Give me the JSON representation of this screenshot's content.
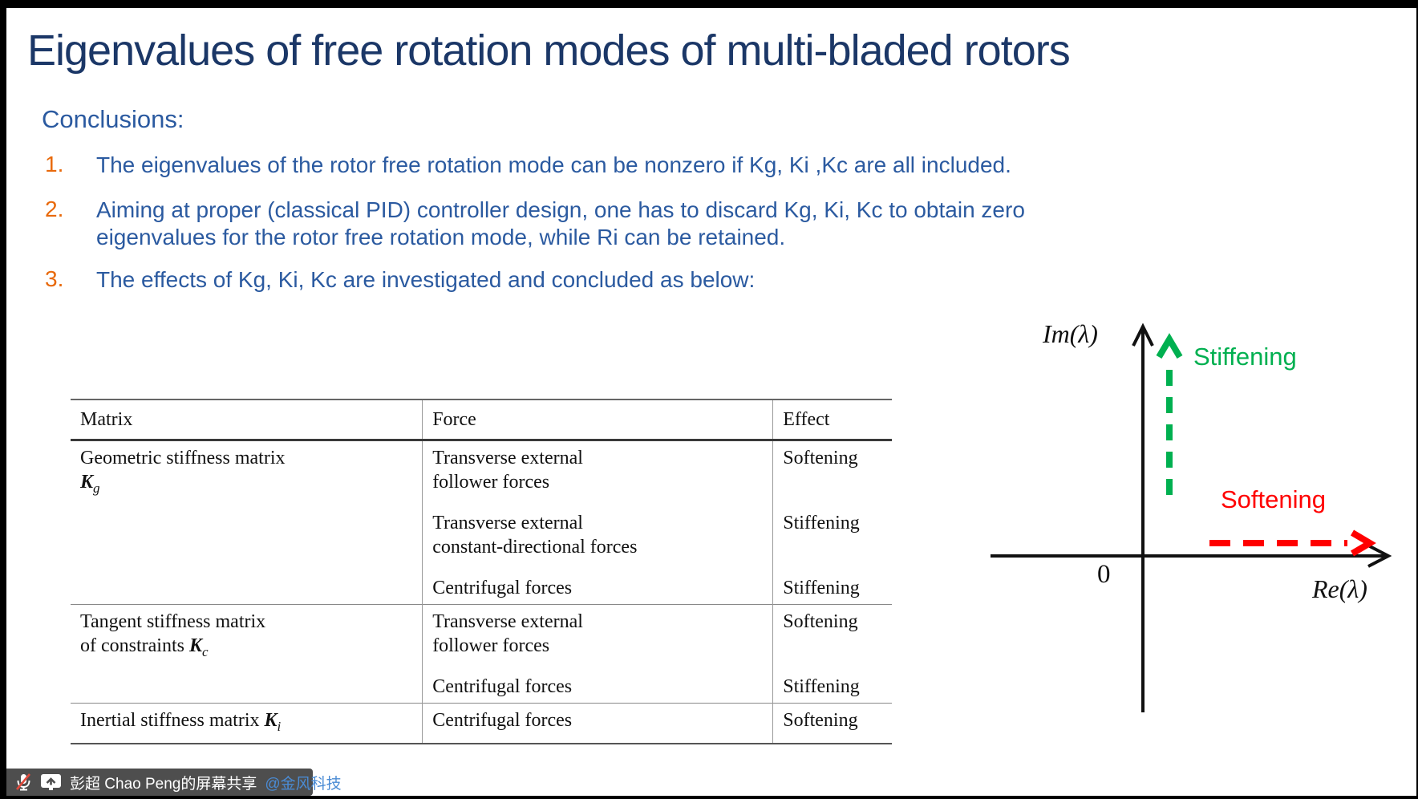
{
  "slide": {
    "title": "Eigenvalues of free rotation modes of multi-bladed rotors",
    "conclusions_heading": "Conclusions:",
    "items": [
      {
        "num": "1.",
        "text": "The eigenvalues of the rotor free rotation mode can be nonzero if Kg, Ki ,Kc are all included."
      },
      {
        "num": "2.",
        "text": "Aiming at proper (classical PID) controller design, one has to discard Kg, Ki, Kc to obtain zero eigenvalues for the rotor free rotation mode, while Ri can be retained."
      },
      {
        "num": "3.",
        "text": "The effects of Kg, Ki, Kc are investigated and concluded as below:"
      }
    ]
  },
  "table": {
    "headers": [
      "Matrix",
      "Force",
      "Effect"
    ],
    "groups": [
      {
        "matrix_line1": "Geometric stiffness matrix",
        "matrix_line2": "",
        "symbol": "K",
        "subscript": "g",
        "forces": [
          {
            "line1": "Transverse external",
            "line2": "follower forces",
            "effect": "Softening"
          },
          {
            "line1": "Transverse external",
            "line2": "constant-directional forces",
            "effect": "Stiffening"
          },
          {
            "line1": "Centrifugal forces",
            "line2": "",
            "effect": "Stiffening"
          }
        ]
      },
      {
        "matrix_line1": "Tangent stiffness matrix",
        "matrix_line2": "of constraints ",
        "symbol": "K",
        "subscript": "c",
        "forces": [
          {
            "line1": "Transverse external",
            "line2": "follower forces",
            "effect": "Softening"
          },
          {
            "line1": "Centrifugal forces",
            "line2": "",
            "effect": "Stiffening"
          }
        ]
      },
      {
        "matrix_line1": "Inertial stiffness matrix ",
        "matrix_line2": "",
        "symbol": "K",
        "subscript": "i",
        "forces": [
          {
            "line1": "Centrifugal forces",
            "line2": "",
            "effect": "Softening"
          }
        ]
      }
    ]
  },
  "diagram": {
    "im_label": "Im(λ)",
    "re_label": "Re(λ)",
    "origin_label": "0",
    "stiffening_label": "Stiffening",
    "softening_label": "Softening",
    "stiffening_color": "#00B050",
    "softening_color": "#FF0000"
  },
  "share_bar": {
    "text": "彭超 Chao Peng的屏幕共享",
    "mention": "@金风科技"
  },
  "colors": {
    "title": "#1B3767",
    "body_text": "#2B5AA0",
    "list_number": "#E8690B",
    "share_bar_bg": "#4E4E4E",
    "mention_link": "#4A8BD4"
  }
}
